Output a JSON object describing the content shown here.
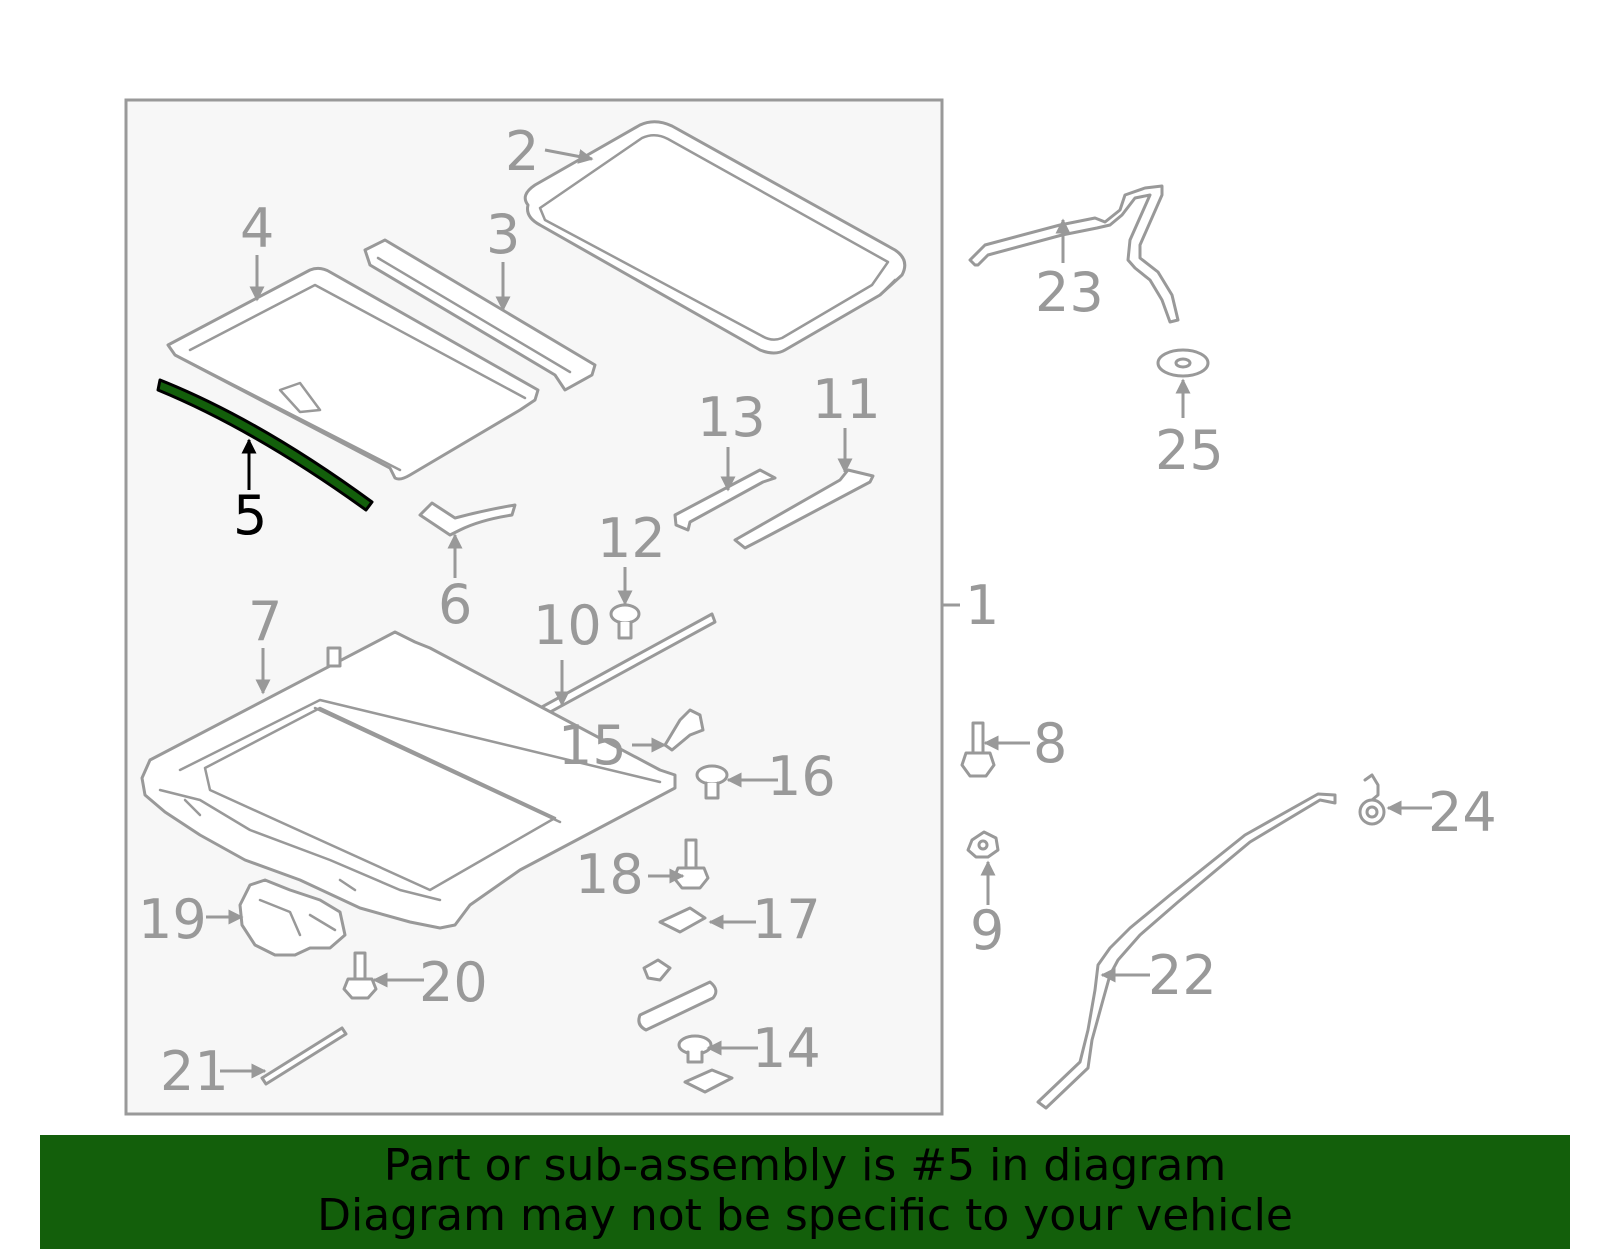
{
  "colors": {
    "line": "#999999",
    "highlight_part": "#135f0b",
    "highlight_text": "#000000",
    "banner_bg": "#135f0b",
    "box_bg": "#f7f7f7"
  },
  "highlighted_part": "5",
  "callouts": {
    "c1": "1",
    "c2": "2",
    "c3": "3",
    "c4": "4",
    "c5": "5",
    "c6": "6",
    "c7": "7",
    "c8": "8",
    "c9": "9",
    "c10": "10",
    "c11": "11",
    "c12": "12",
    "c13": "13",
    "c14": "14",
    "c15": "15",
    "c16": "16",
    "c17": "17",
    "c18": "18",
    "c19": "19",
    "c20": "20",
    "c21": "21",
    "c22": "22",
    "c23": "23",
    "c24": "24",
    "c25": "25"
  },
  "banner": {
    "line1": "Part or sub-assembly is #5 in diagram",
    "line2": "Diagram may not be specific to your vehicle"
  }
}
